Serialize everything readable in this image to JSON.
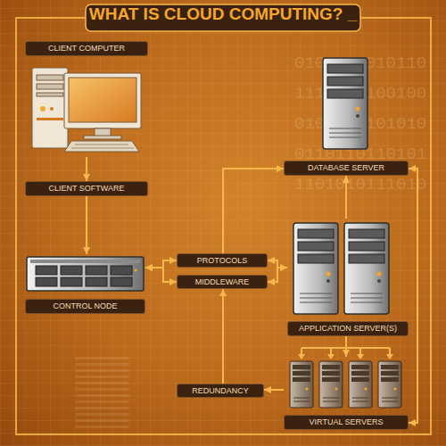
{
  "diagram": {
    "title": "WHAT IS CLOUD COMPUTING? _",
    "nodes": [
      {
        "text": [
          "CLIENT COMPUTER"
        ]
      },
      {
        "text": [
          "DATABASE SERVER"
        ]
      },
      {
        "text": [
          "CLIENT SOFTWARE"
        ]
      },
      {
        "text": [
          "PROTOCOLS"
        ]
      },
      {
        "text": [
          "MIDDLEWARE"
        ]
      },
      {
        "text": [
          "CONTROL NODE"
        ]
      },
      {
        "text": [
          "APPLICATION SERVER(S)"
        ]
      },
      {
        "text": [
          "REDUNDANCY"
        ]
      },
      {
        "text": [
          "VIRTUAL SERVERS"
        ]
      }
    ],
    "edges": [
      {
        "from": 0,
        "to": 2,
        "arrow": "to"
      },
      {
        "from": 2,
        "to": 5,
        "arrow": "to"
      },
      {
        "from": 5,
        "to": 3,
        "arrow": "both"
      },
      {
        "from": 5,
        "to": 4,
        "arrow": "both"
      },
      {
        "from": 6,
        "to": 3,
        "arrow": "both"
      },
      {
        "from": 6,
        "to": 4,
        "arrow": "both"
      },
      {
        "from": 3,
        "to": 1,
        "arrow": "to"
      },
      {
        "from": 6,
        "to": 1,
        "arrow": "to"
      },
      {
        "from": 6,
        "to": 8,
        "arrow": "to"
      },
      {
        "from": 8,
        "to": 7,
        "arrow": "to"
      },
      {
        "from": 7,
        "to": 4,
        "arrow": "to"
      },
      {
        "from": 1,
        "to": 8,
        "arrow": "both"
      }
    ],
    "labels": [
      "0100011010110",
      "1110101100100",
      "0101110101010",
      "0110110110101",
      "1101010111010"
    ]
  }
}
